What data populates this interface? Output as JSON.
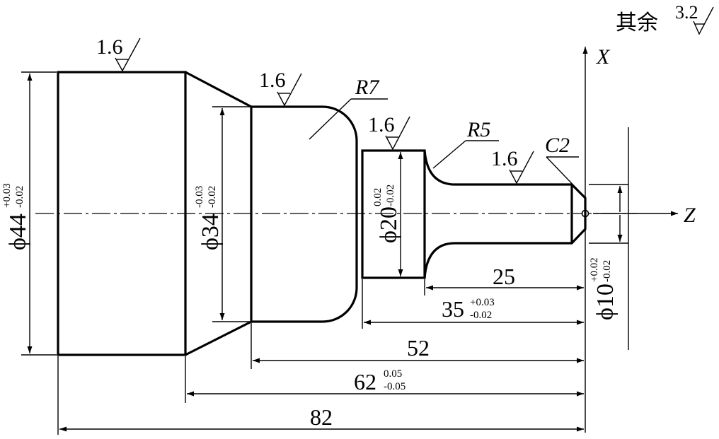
{
  "colors": {
    "line": "#000000",
    "background": "#ffffff"
  },
  "remaining_roughness": {
    "label": "其余",
    "value": "3.2"
  },
  "axes": {
    "x_label": "X",
    "z_label": "Z"
  },
  "surface_finish": [
    "1.6",
    "1.6",
    "1.6",
    "1.6"
  ],
  "radii": {
    "r7": "R7",
    "r5": "R5"
  },
  "chamfer": "C2",
  "diameters": {
    "d44": {
      "symbol": "ϕ",
      "value": "44",
      "upper": "+0.03",
      "lower": "-0.02"
    },
    "d34": {
      "symbol": "ϕ",
      "value": "34",
      "upper": "-0.03",
      "lower": "-0.02"
    },
    "d20": {
      "symbol": "ϕ",
      "value": "20",
      "upper": "0.02",
      "lower": "-0.02"
    },
    "d10": {
      "symbol": "ϕ",
      "value": "10",
      "upper": "+0.02",
      "lower": "-0.02"
    }
  },
  "lengths": {
    "l25": {
      "value": "25"
    },
    "l35": {
      "value": "35",
      "upper": "+0.03",
      "lower": "-0.02"
    },
    "l52": {
      "value": "52"
    },
    "l62": {
      "value": "62",
      "upper": "0.05",
      "lower": "-0.05"
    },
    "l82": {
      "value": "82"
    }
  }
}
